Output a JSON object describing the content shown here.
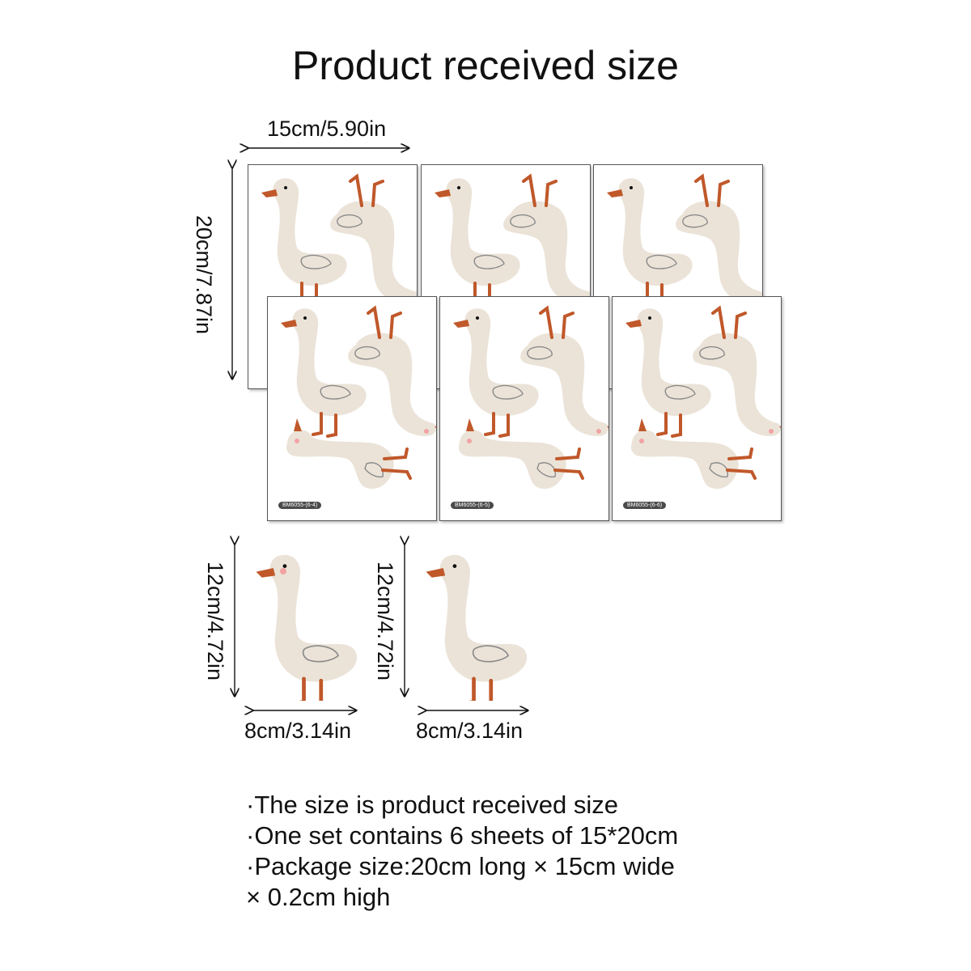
{
  "title": "Product received size",
  "sheet_width_label": "15cm/5.90in",
  "sheet_height_label": "20cm/7.87in",
  "sheet_codes": [
    "BM6055-(6-4)",
    "BM6055-(6-5)",
    "BM6055-(6-6)"
  ],
  "sticker_height_label": "12cm/4.72in",
  "sticker_width_label": "8cm/3.14in",
  "notes": [
    "·The size is product received size",
    "·One set contains 6 sheets of 15*20cm",
    "·Package size:20cm long × 15cm wide",
    "× 0.2cm high"
  ],
  "colors": {
    "goose_body": "#ebe3d8",
    "beak_feet": "#c0582a",
    "wing_outline": "#8a8a8a",
    "cheek": "#f2a3a3"
  }
}
